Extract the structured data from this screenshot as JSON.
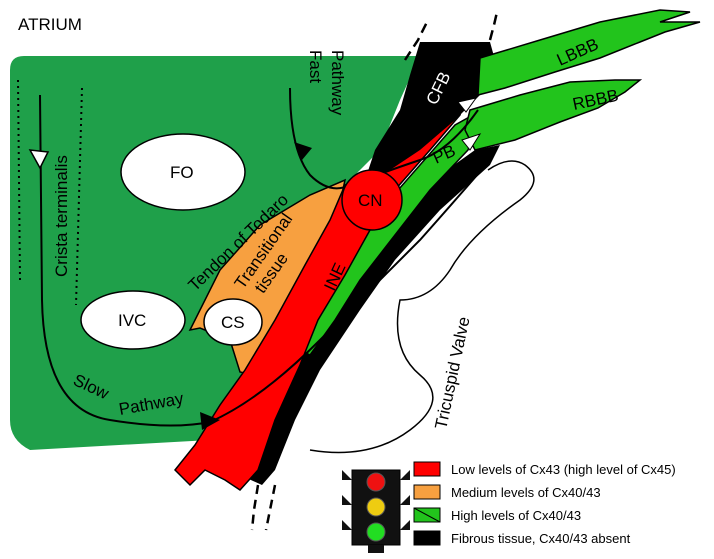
{
  "diagram": {
    "labels": {
      "atrium": "ATRIUM",
      "crista_terminalis": "Crista terminalis",
      "fo": "FO",
      "fast_pathway": "Fast Pathway",
      "fast_pathway_line1": "Fast",
      "fast_pathway_line2": "Pathway",
      "tendon_of_todaro": "Tendon of Todaro",
      "transitional_tissue": "Transitional tissue",
      "transitional_line1": "Transitional",
      "transitional_line2": "tissue",
      "ivc": "IVC",
      "cs": "CS",
      "cn": "CN",
      "ine": "INE",
      "cfb": "CFB",
      "pb": "PB",
      "lbbb": "LBBB",
      "rbbb": "RBBB",
      "slow_pathway": "Slow Pathway",
      "slow_line1": "Slow",
      "slow_line2": "Pathway",
      "tricuspid_valve": "Tricuspid Valve"
    },
    "colors": {
      "atrium": "#1fa04a",
      "red": "#ff0000",
      "orange": "#f7a040",
      "green": "#22c41c",
      "black": "#000000",
      "white": "#ffffff"
    },
    "legend": [
      {
        "color": "#ff0000",
        "label": "Low levels of Cx43 (high level of Cx45)"
      },
      {
        "color": "#f7a040",
        "label": "Medium levels of Cx40/43"
      },
      {
        "color": "#22c41c",
        "label": "High levels of Cx40/43"
      },
      {
        "color": "#000000",
        "label": "Fibrous tissue, Cx40/43 absent"
      }
    ],
    "traffic_light_icon": "traffic-light-icon"
  }
}
